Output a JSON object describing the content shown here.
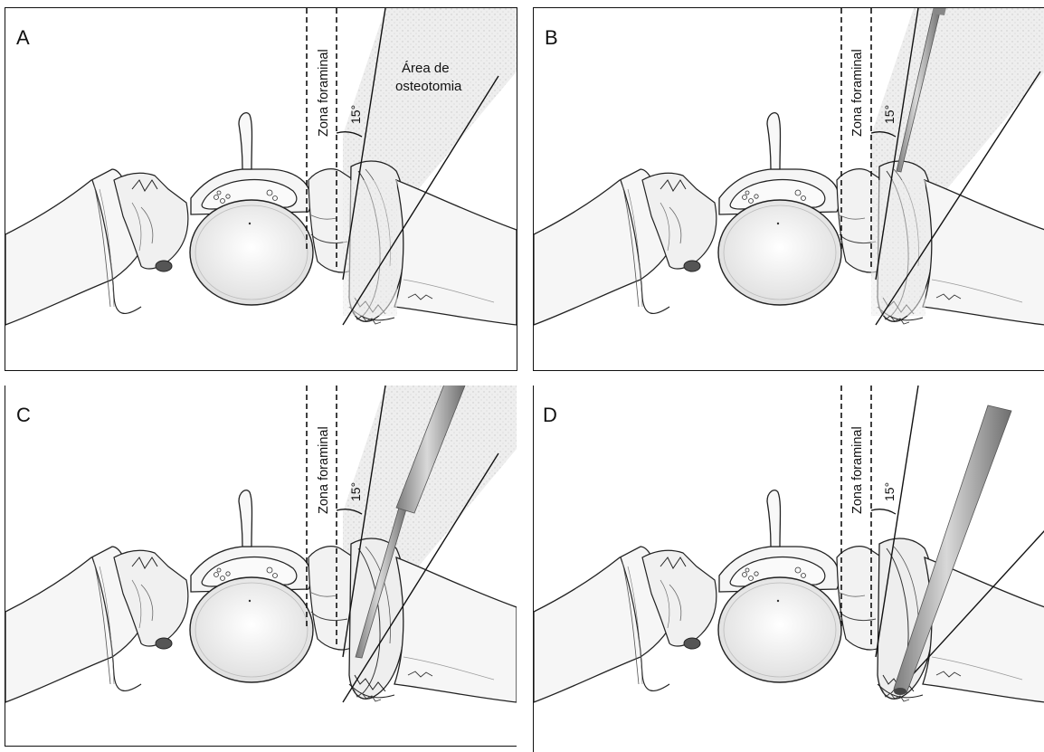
{
  "panels": [
    {
      "letter": "A",
      "angle_label": "15°",
      "zone_label": "Zona foraminal",
      "area_label_line1": "Área de",
      "area_label_line2": "osteotomia",
      "instrument": "none"
    },
    {
      "letter": "B",
      "angle_label": "15°",
      "zone_label": "Zona foraminal",
      "instrument": "thin-probe"
    },
    {
      "letter": "C",
      "angle_label": "15°",
      "zone_label": "Zona foraminal",
      "instrument": "medium-probe"
    },
    {
      "letter": "D",
      "angle_label": "15°",
      "zone_label": "Zona foraminal",
      "instrument": "thick-cannula"
    }
  ],
  "colors": {
    "line": "#111111",
    "fill": "#ffffff",
    "bone": "#f4f4f4",
    "shade": "#e6e6e6",
    "instrument": "#a8a8a8"
  }
}
